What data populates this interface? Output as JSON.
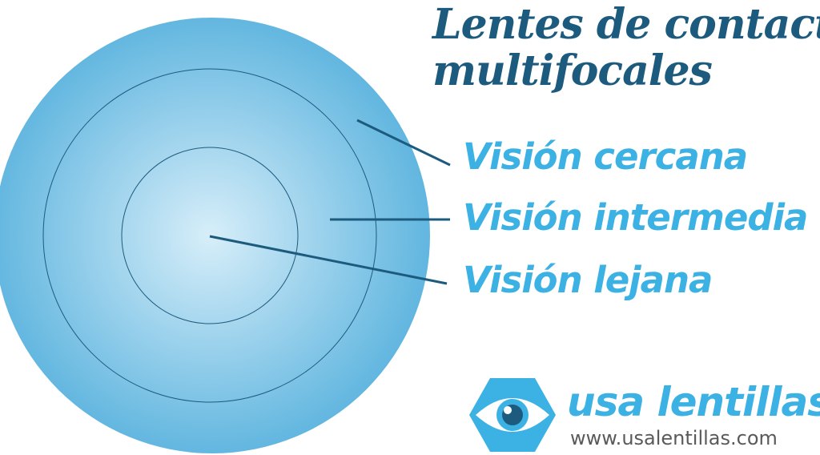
{
  "title": {
    "line1": "Lentes de contacto",
    "line2": "multifocales"
  },
  "zones": {
    "near": "Visión cercana",
    "intermediate": "Visión intermedia",
    "far": "Visión lejana"
  },
  "brand": {
    "name": "usa lentillas",
    "url": "www.usalentillas.com",
    "logo_icon": "eye-icon"
  },
  "colors": {
    "title": "#1d5b7e",
    "labels": "#3cb2e4",
    "lens_center": "#d7eef9",
    "lens_edge": "#5bb3de",
    "ring_stroke": "#1d5b7e",
    "url": "#5a5a5a"
  }
}
